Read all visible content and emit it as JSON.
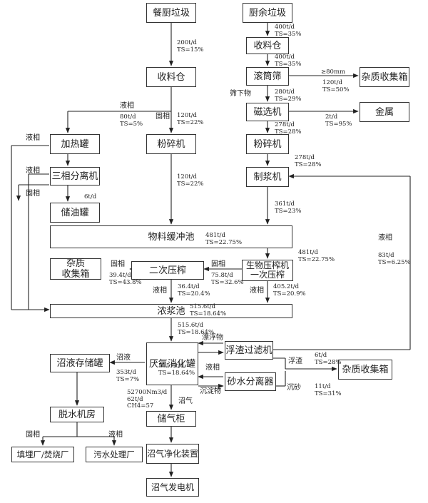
{
  "nodes": {
    "food_waste": "餐厨垃圾",
    "kitchen_waste": "厨余垃圾",
    "silo_left": "收料仓",
    "silo_right": "收料仓",
    "drum_screen": "滚筒筛",
    "sundry_box_1": "杂质收集箱",
    "magnetic_sep": "磁选机",
    "metal": "金属",
    "crusher_left": "粉碎机",
    "crusher_right": "粉碎机",
    "heating_tank": "加热罐",
    "three_phase": "三相分离机",
    "oil_tank": "储油罐",
    "pulper": "制浆机",
    "buffer_pool": "物料缓冲池",
    "sundry_box_2": [
      "杂质",
      "收集箱"
    ],
    "second_press": "二次压榨",
    "bio_press": [
      "生物压榨机",
      "一次压榨"
    ],
    "slurry_pool": "浓浆池",
    "digestate_tank": "沼液存储罐",
    "anaerobic": "厌氧消化罐",
    "scum_filter": "浮渣过滤机",
    "sundry_box_3": "杂质收集箱",
    "sand_water_sep": "砂水分离器",
    "dewatering": "脱水机房",
    "gas_holder": "储气柜",
    "landfill": "填埋厂/焚烧厂",
    "sewage": "污水处理厂",
    "biogas_purify": "沼气净化装置",
    "biogas_gen": "沼气发电机"
  },
  "labels": {
    "l_200": [
      "200t/d",
      "TS=15%"
    ],
    "l_400a": [
      "400t/d",
      "TS=35%"
    ],
    "l_400b": [
      "400t/d",
      "TS=35%"
    ],
    "l_ge80": "≥80mm",
    "l_120_50": [
      "120t/d",
      "TS=50%"
    ],
    "l_280": [
      "280t/d",
      "TS=29%"
    ],
    "l_screen_under": "筛下物",
    "l_2t": [
      "2t/d",
      "TS=95%"
    ],
    "l_278a": [
      "278t/d",
      "TS=28%"
    ],
    "l_278b": [
      "278t/d",
      "TS=28%"
    ],
    "l_liquid_top": "液相",
    "l_80": [
      "80t/d",
      "TS=5%"
    ],
    "l_solid_top": "固相",
    "l_120_22a": [
      "120t/d",
      "TS=22%"
    ],
    "l_120_22b": [
      "120t/d",
      "TS=22%"
    ],
    "l_liquid_left1": "液相",
    "l_liquid_left2": "液相",
    "l_solid_left": "固相",
    "l_6t": "6t/d",
    "l_361": [
      "361t/d",
      "TS=23%"
    ],
    "l_liquid_right": "液相",
    "l_83": [
      "83t/d",
      "TS=6.25%"
    ],
    "l_481a": [
      "481t/d",
      "TS=22.75%"
    ],
    "l_481b": [
      "481t/d",
      "TS=22.75%"
    ],
    "l_solid_mid1": "固相",
    "l_solid_mid2": "固相",
    "l_394": [
      "39.4t/d",
      "TS=43.8%"
    ],
    "l_758": [
      "75.8t/d",
      "TS=32.6%"
    ],
    "l_liquid_mid1": "液相",
    "l_364": [
      "36.4t/d",
      "TS=20.4%"
    ],
    "l_liquid_mid2": "液相",
    "l_4052": [
      "405.2t/d",
      "TS=20.9%"
    ],
    "l_5156a": [
      "515.6t/d",
      "TS=18.64%"
    ],
    "l_5156b": [
      "515.6t/d",
      "TS=18.64%"
    ],
    "l_5156c": [
      "515.6t/d",
      "TS=18.64%"
    ],
    "l_digestate": "沼液",
    "l_353": [
      "353t/d",
      "TS=7%"
    ],
    "l_scum": "漂浮物",
    "l_liquid_an": "液相",
    "l_sediment": "沉淀物",
    "l_float_residue": "浮渣",
    "l_6t_28": [
      "6t/d",
      "TS=28%"
    ],
    "l_sand": "沉砂",
    "l_11t": [
      "11t/d",
      "TS=31%"
    ],
    "l_biogas_flow": [
      "52700Nm3/d",
      "62t/d",
      "CH4=57"
    ],
    "l_biogas": "沼气",
    "l_solid_bottom": "固相",
    "l_liquid_bottom": "液相"
  }
}
